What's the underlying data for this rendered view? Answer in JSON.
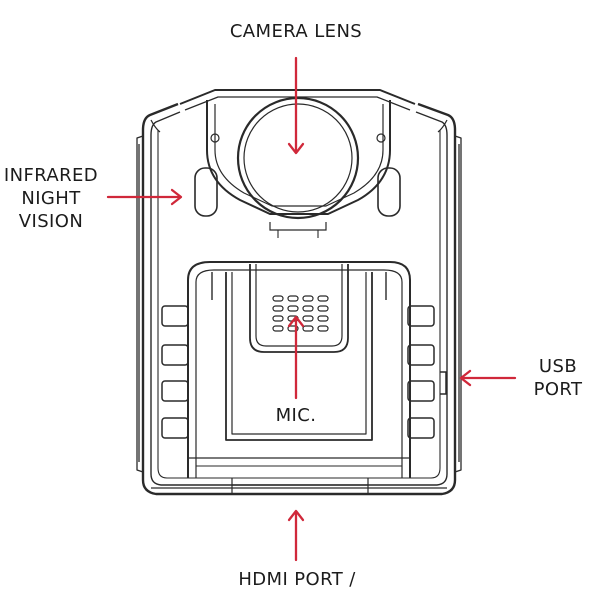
{
  "labels": {
    "camera_lens": "CAMERA LENS",
    "infrared": [
      "INFRARED",
      "NIGHT",
      "VISION"
    ],
    "usb": [
      "USB",
      "PORT"
    ],
    "mic": "MIC.",
    "hdmi": "HDMI PORT /"
  },
  "colors": {
    "arrow": "#d0283a",
    "outline": "#2a2a2a",
    "text": "#1c1c1c"
  }
}
